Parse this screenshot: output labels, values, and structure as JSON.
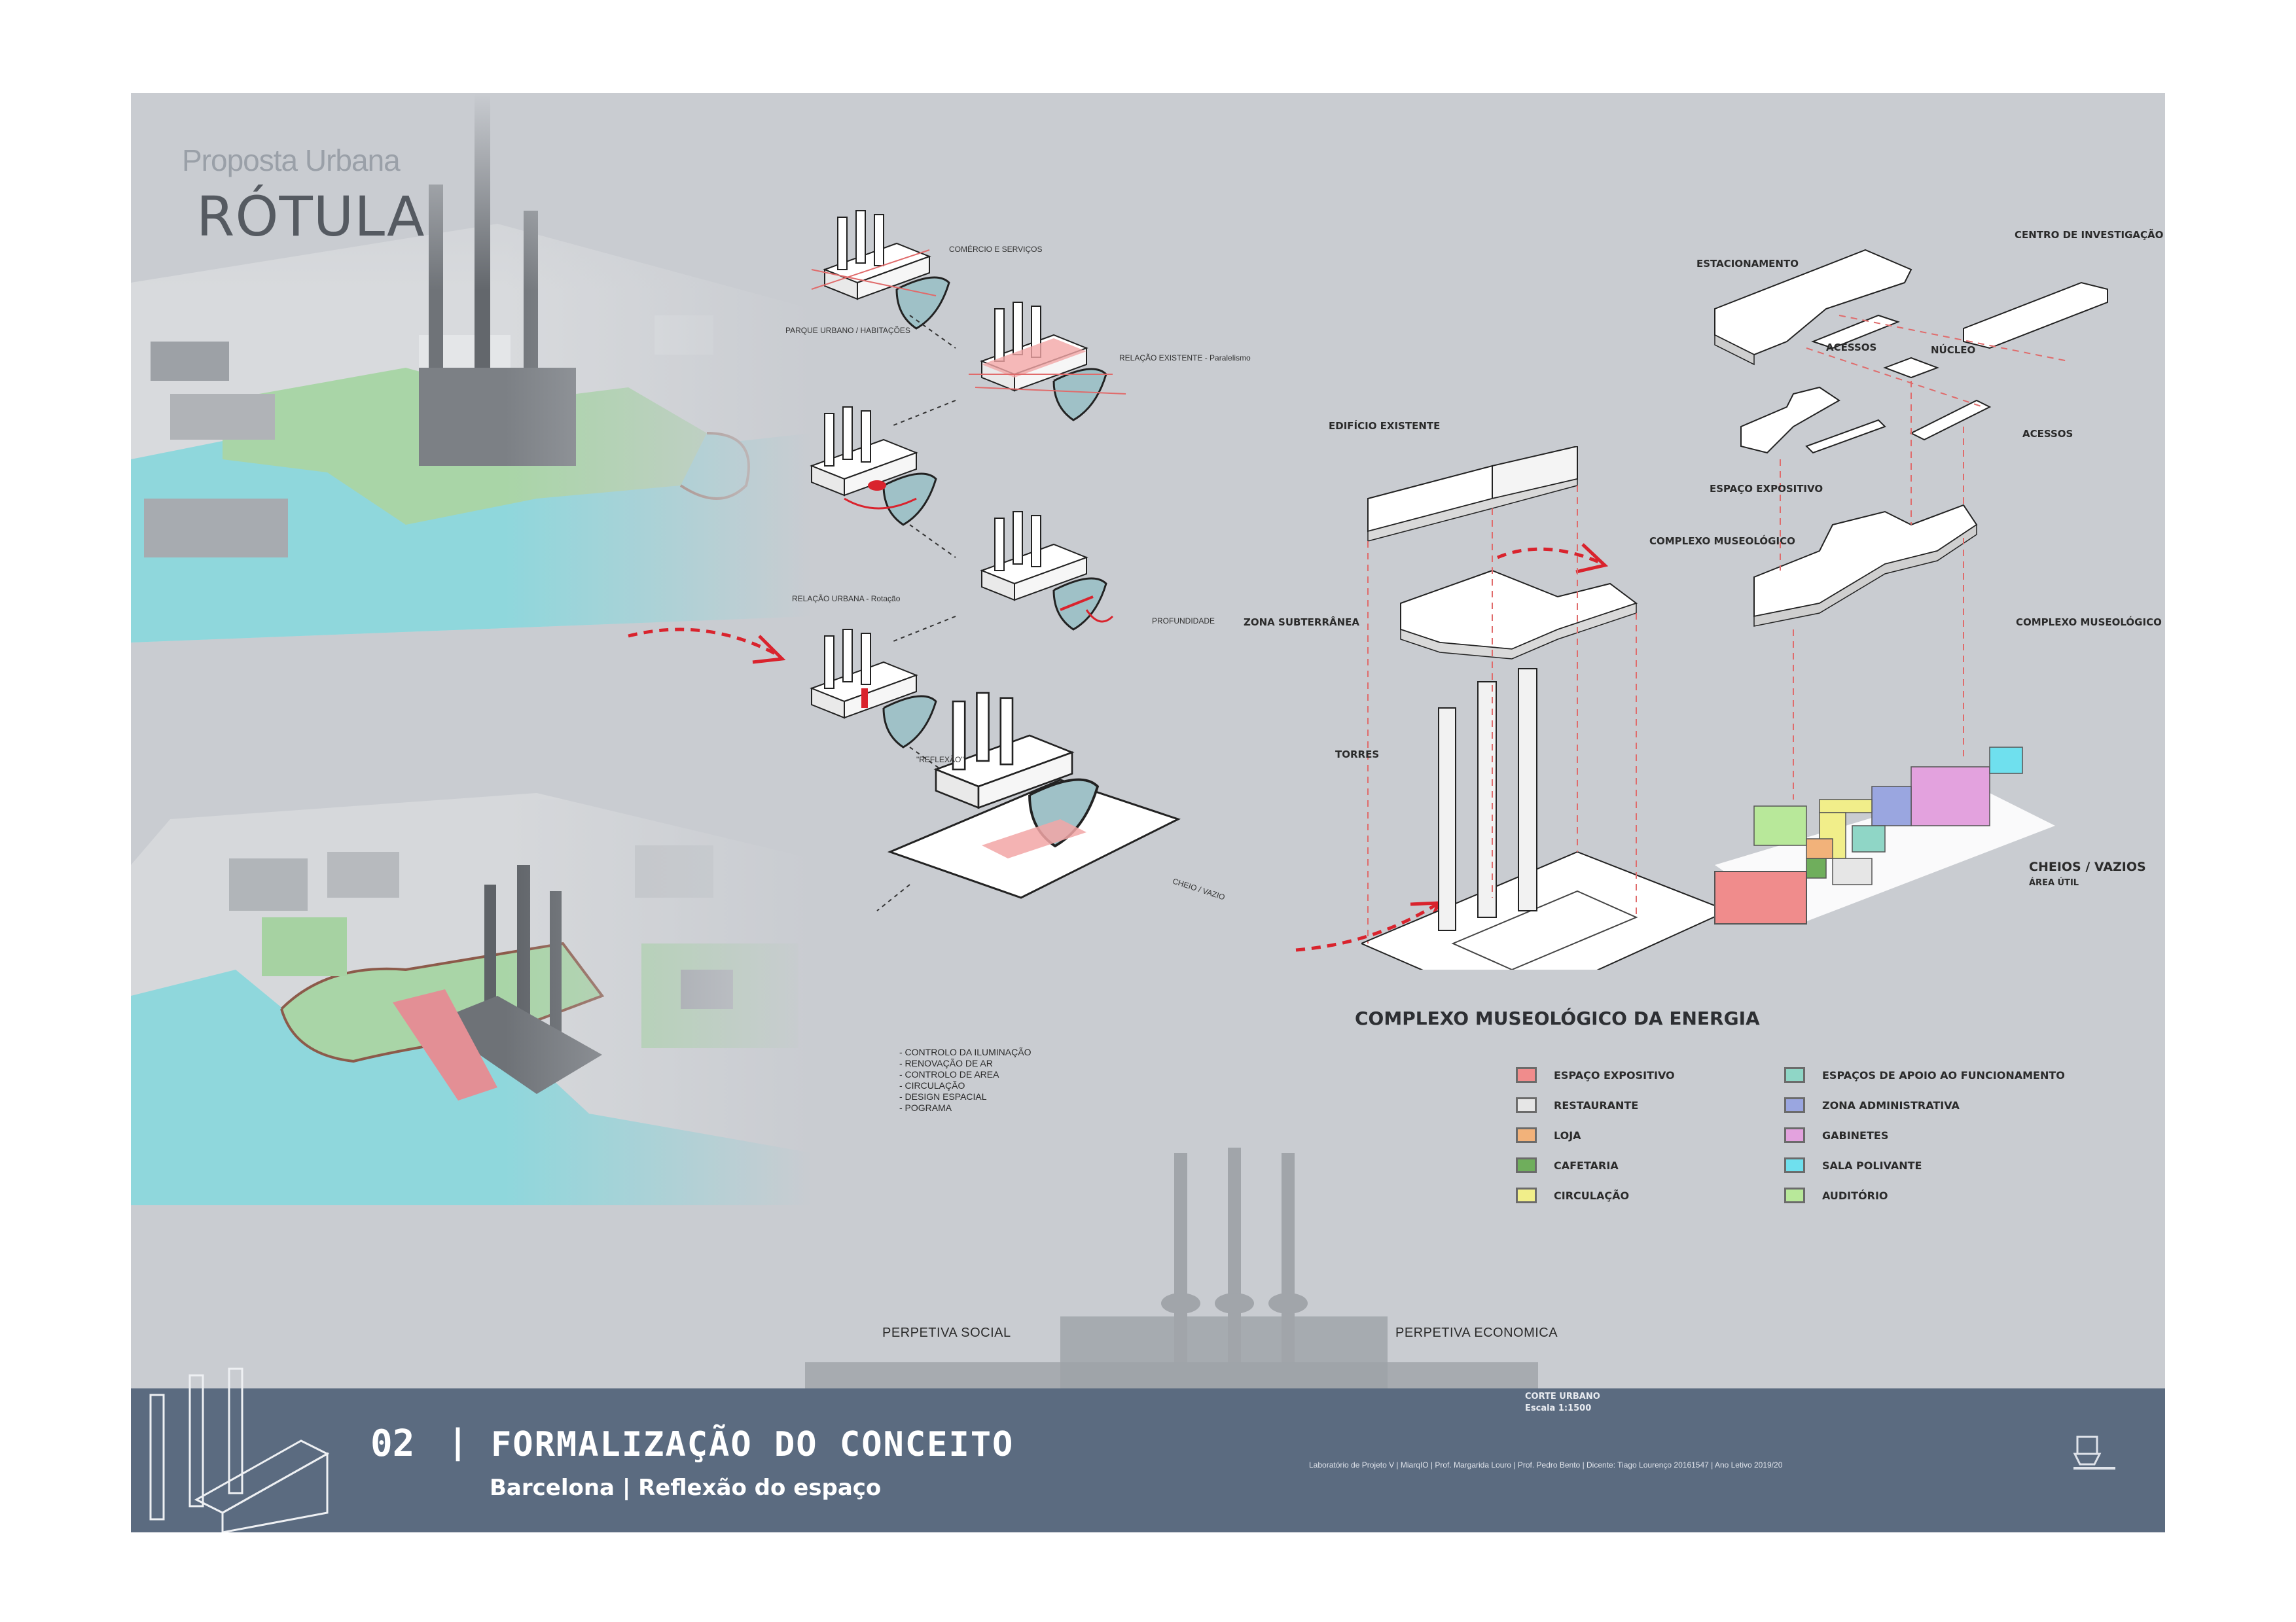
{
  "header": {
    "subtitle": "Proposta Urbana",
    "title": "RÓTULA"
  },
  "diagram_labels": {
    "comercio": "COMÉRCIO E SERVIÇOS",
    "parque": "PARQUE URBANO / HABITAÇÕES",
    "relacao_existente": "RELAÇÃO EXISTENTE - Paralelismo",
    "relacao_urbana": "RELAÇÃO URBANA - Rotação",
    "profundidade": "PROFUNDIDADE",
    "reflexao": "\"REFLEXÃO\"",
    "cheio_vazio": "CHEIO / VAZIO"
  },
  "design_list": [
    "- CONTROLO DA ILUMINAÇÃO",
    "- RENOVAÇÃO DE AR",
    "- CONTROLO DE AREA",
    "- CIRCULAÇÃO",
    "- DESIGN ESPACIAL",
    "- POGRAMA"
  ],
  "axo_labels": {
    "edificio": "EDIFÍCIO EXISTENTE",
    "complexo": "COMPLEXO MUSEOLÓGICO",
    "zona_sub": "ZONA SUBTERRÂNEA",
    "torres": "TORRES",
    "estacionamento": "ESTACIONAMENTO",
    "centro": "CENTRO DE INVESTIGAÇÃO",
    "acessos1": "ACESSOS",
    "nucleo": "NÚCLEO",
    "acessos2": "ACESSOS",
    "espaco_exp": "ESPAÇO EXPOSITIVO",
    "complexo2": "COMPLEXO MUSEOLÓGICO",
    "cheios": "CHEIOS / VAZIOS",
    "area_util": "ÁREA ÚTIL"
  },
  "legend": {
    "title": "COMPLEXO MUSEOLÓGICO DA ENERGIA",
    "left": [
      {
        "label": "ESPAÇO EXPOSITIVO",
        "color": "#f08c8c"
      },
      {
        "label": "RESTAURANTE",
        "color": "#e6e6e6"
      },
      {
        "label": "LOJA",
        "color": "#f2b27a"
      },
      {
        "label": "CAFETARIA",
        "color": "#6fae5c"
      },
      {
        "label": "CIRCULAÇÃO",
        "color": "#f1ee8a"
      }
    ],
    "right": [
      {
        "label": "ESPAÇOS DE APOIO AO FUNCIONAMENTO",
        "color": "#8fd6c6"
      },
      {
        "label": "ZONA ADMINISTRATIVA",
        "color": "#9aa6e0"
      },
      {
        "label": "GABINETES",
        "color": "#e3a2de"
      },
      {
        "label": "SALA POLIVANTE",
        "color": "#6fe0ee"
      },
      {
        "label": "AUDITÓRIO",
        "color": "#b8e89a"
      }
    ]
  },
  "section": {
    "social": "PERPETIVA SOCIAL",
    "economica": "PERPETIVA ECONOMICA",
    "corte": "CORTE URBANO",
    "escala": "Escala 1:1500"
  },
  "footer": {
    "number": "02",
    "separator": "|",
    "title": "FORMALIZAÇÃO DO CONCEITO",
    "subtitle": "Barcelona | Reflexão do espaço",
    "credits": "Laboratório de Projeto V | MiarqIO | Prof. Margarida Louro | Prof. Pedro Bento | Dicente: Tiago Lourenço 20161547 | Ano Letivo 2019/20"
  },
  "colors": {
    "board": "#c9ccd1",
    "footer": "#5b6b80",
    "accent_red": "#d9232d",
    "water": "#7fd3d9",
    "green": "#a8d6a4"
  }
}
